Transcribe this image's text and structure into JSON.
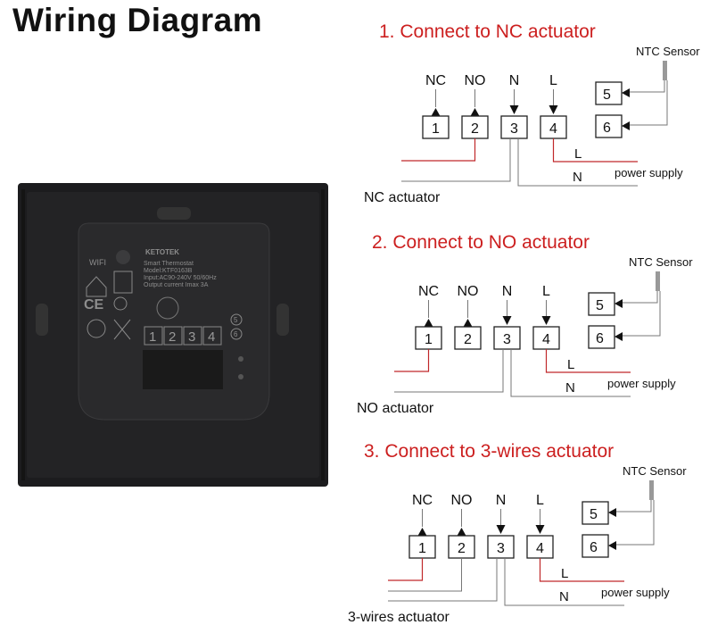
{
  "title": "Wiring Diagram",
  "device": {
    "brand": "KETOTEK",
    "wifi_label": "WIFI",
    "product": "Smart Thermostat",
    "model": "Model:KTF0163B",
    "input": "Input:AC90-240V 50/60Hz",
    "output": "Output current Imax 3A",
    "terminals": [
      "1",
      "2",
      "3",
      "4"
    ],
    "sensor_terminals": [
      "5",
      "6"
    ]
  },
  "colors": {
    "heading": "#cc1f1f",
    "live_wire": "#c0282a",
    "wire": "#777777",
    "text": "#111111"
  },
  "diagrams": [
    {
      "title": "1. Connect to NC actuator",
      "terminal_labels": [
        "NC",
        "NO",
        "N",
        "L"
      ],
      "terminals": [
        "1",
        "2",
        "3",
        "4"
      ],
      "sensor_terminals": [
        "5",
        "6"
      ],
      "sensor_label": "NTC Sensor",
      "line_label": "L",
      "neutral_label": "N",
      "power_label": "power supply",
      "actuator_label": "NC actuator",
      "actuator_red_terminal": 2,
      "actuator_gray_terminal": null
    },
    {
      "title": "2. Connect to NO actuator",
      "terminal_labels": [
        "NC",
        "NO",
        "N",
        "L"
      ],
      "terminals": [
        "1",
        "2",
        "3",
        "4"
      ],
      "sensor_terminals": [
        "5",
        "6"
      ],
      "sensor_label": "NTC Sensor",
      "line_label": "L",
      "neutral_label": "N",
      "power_label": "power supply",
      "actuator_label": "NO actuator",
      "actuator_red_terminal": 1,
      "actuator_gray_terminal": null
    },
    {
      "title": "3. Connect to 3-wires actuator",
      "terminal_labels": [
        "NC",
        "NO",
        "N",
        "L"
      ],
      "terminals": [
        "1",
        "2",
        "3",
        "4"
      ],
      "sensor_terminals": [
        "5",
        "6"
      ],
      "sensor_label": "NTC Sensor",
      "line_label": "L",
      "neutral_label": "N",
      "power_label": "power supply",
      "actuator_label": "3-wires actuator",
      "actuator_red_terminal": 1,
      "actuator_gray_terminal": 2
    }
  ]
}
